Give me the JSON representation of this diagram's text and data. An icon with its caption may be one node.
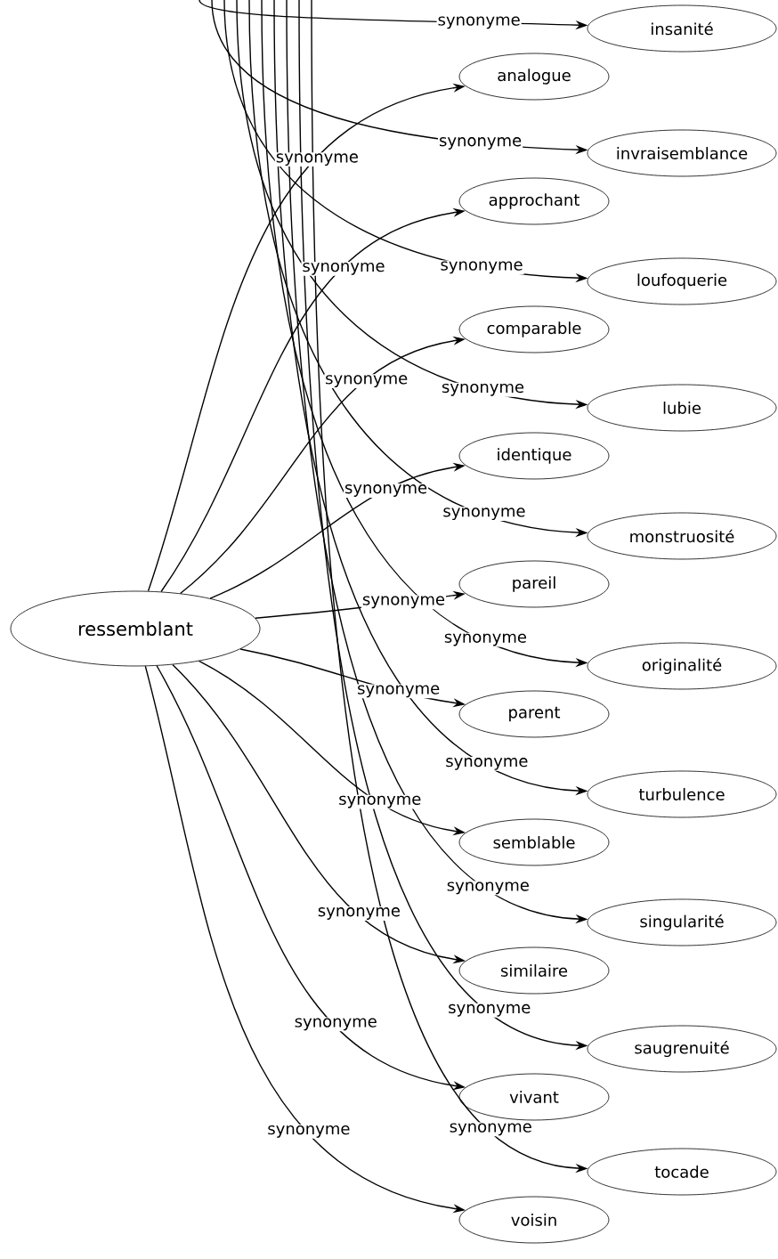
{
  "diagram": {
    "nodes": [
      {
        "text": [
          "ressemblant"
        ]
      },
      {
        "text": [
          "analogue"
        ]
      },
      {
        "text": [
          "approchant"
        ]
      },
      {
        "text": [
          "comparable"
        ]
      },
      {
        "text": [
          "identique"
        ]
      },
      {
        "text": [
          "pareil"
        ]
      },
      {
        "text": [
          "parent"
        ]
      },
      {
        "text": [
          "semblable"
        ]
      },
      {
        "text": [
          "similaire"
        ]
      },
      {
        "text": [
          "vivant"
        ]
      },
      {
        "text": [
          "voisin"
        ]
      },
      {
        "text": [
          "insanité"
        ]
      },
      {
        "text": [
          "invraisemblance"
        ]
      },
      {
        "text": [
          "loufoquerie"
        ]
      },
      {
        "text": [
          "lubie"
        ]
      },
      {
        "text": [
          "monstruosité"
        ]
      },
      {
        "text": [
          "originalité"
        ]
      },
      {
        "text": [
          "turbulence"
        ]
      },
      {
        "text": [
          "singularité"
        ]
      },
      {
        "text": [
          "saugrenuité"
        ]
      },
      {
        "text": [
          "tocade"
        ]
      }
    ],
    "edges": [
      {
        "from": 0,
        "to": 1,
        "arrow": "to",
        "label": "synonyme"
      },
      {
        "from": 0,
        "to": 2,
        "arrow": "to",
        "label": "synonyme"
      },
      {
        "from": 0,
        "to": 3,
        "arrow": "to",
        "label": "synonyme"
      },
      {
        "from": 0,
        "to": 4,
        "arrow": "to",
        "label": "synonyme"
      },
      {
        "from": 0,
        "to": 5,
        "arrow": "to",
        "label": "synonyme"
      },
      {
        "from": 0,
        "to": 6,
        "arrow": "to",
        "label": "synonyme"
      },
      {
        "from": 0,
        "to": 7,
        "arrow": "to",
        "label": "synonyme"
      },
      {
        "from": 0,
        "to": 8,
        "arrow": "to",
        "label": "synonyme"
      },
      {
        "from": 0,
        "to": 9,
        "arrow": "to",
        "label": "synonyme"
      },
      {
        "from": 0,
        "to": 10,
        "arrow": "to",
        "label": "synonyme"
      },
      {
        "from": null,
        "to": 11,
        "arrow": "to",
        "label": "synonyme"
      },
      {
        "from": null,
        "to": 12,
        "arrow": "to",
        "label": "synonyme"
      },
      {
        "from": null,
        "to": 13,
        "arrow": "to",
        "label": "synonyme"
      },
      {
        "from": null,
        "to": 14,
        "arrow": "to",
        "label": "synonyme"
      },
      {
        "from": null,
        "to": 15,
        "arrow": "to",
        "label": "synonyme"
      },
      {
        "from": null,
        "to": 16,
        "arrow": "to",
        "label": "synonyme"
      },
      {
        "from": null,
        "to": 17,
        "arrow": "to",
        "label": "synonyme"
      },
      {
        "from": null,
        "to": 18,
        "arrow": "to",
        "label": "synonyme"
      },
      {
        "from": null,
        "to": 19,
        "arrow": "to",
        "label": "synonyme"
      },
      {
        "from": null,
        "to": 20,
        "arrow": "to",
        "label": "synonyme"
      }
    ]
  }
}
